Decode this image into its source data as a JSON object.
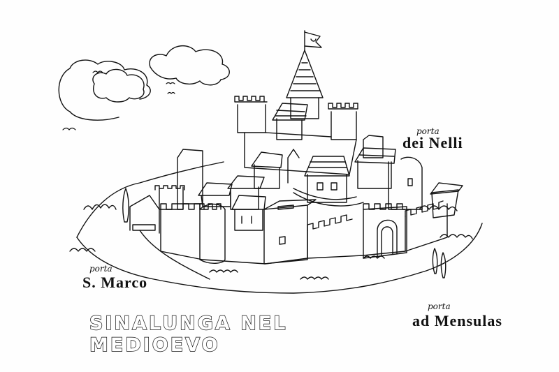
{
  "title": "SINALUNGA NEL MEDIOEVO",
  "gates": {
    "nelli": {
      "prefix": "porta",
      "name": "dei Nelli"
    },
    "marco": {
      "prefix": "porta",
      "name": "S. Marco"
    },
    "mensulas": {
      "prefix": "porta",
      "name": "ad Mensulas"
    }
  },
  "colors": {
    "ink": "#111111",
    "paper": "#fefefe"
  }
}
